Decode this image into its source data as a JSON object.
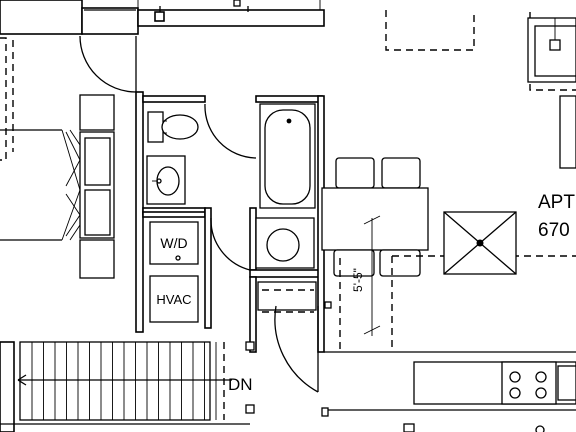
{
  "labels": {
    "washer_dryer": "W/D",
    "hvac": "HVAC",
    "stair_down": "DN",
    "apt_name": "APT",
    "apt_number": "670",
    "dimension": "5'-5\""
  },
  "icons": [
    "door-swing-icon",
    "toilet-icon",
    "sink-icon",
    "bathtub-icon",
    "water-heater-icon",
    "cooktop-icon",
    "ceiling-fan-icon"
  ]
}
